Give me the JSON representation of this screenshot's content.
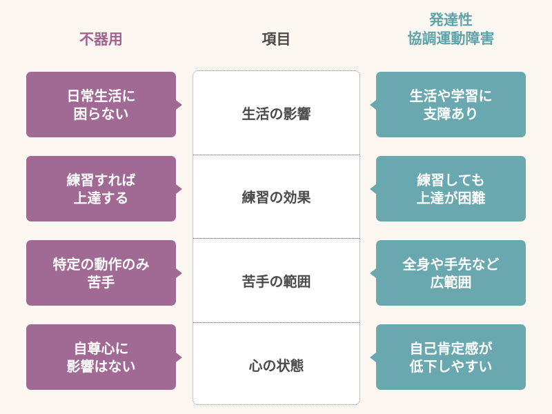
{
  "headers": {
    "left": "不器用",
    "center": "項目",
    "right": "発達性\n協調運動障害"
  },
  "left": [
    "日常生活に\n困らない",
    "練習すれば\n上達する",
    "特定の動作のみ\n苦手",
    "自尊心に\n影響はない"
  ],
  "items": [
    "生活の影響",
    "練習の効果",
    "苦手の範囲",
    "心の状態"
  ],
  "right": [
    "生活や学習に\n支障あり",
    "練習しても\n上達が困難",
    "全身や手先など\n広範囲",
    "自己肯定感が\n低下しやすい"
  ],
  "colors": {
    "left": "#a16a95",
    "right": "#6aa8b0",
    "background": "#fcf8f1"
  }
}
